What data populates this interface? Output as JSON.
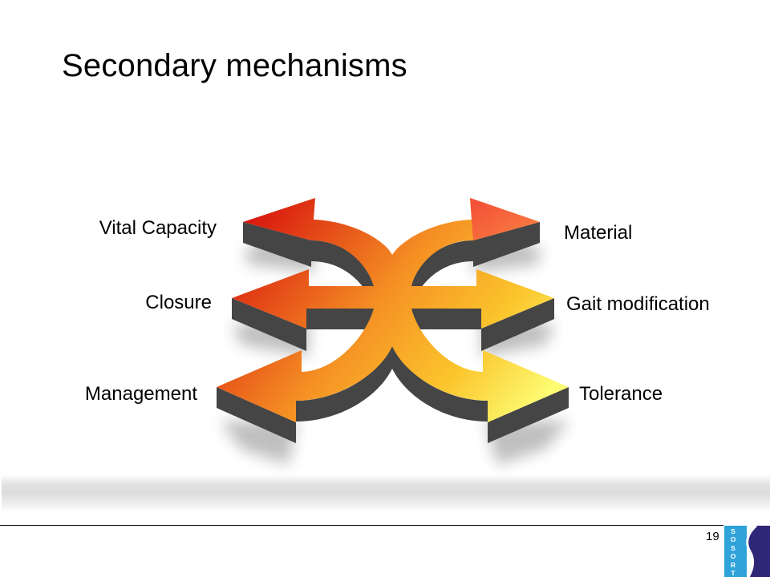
{
  "slide": {
    "title": "Secondary mechanisms",
    "page_number": "19"
  },
  "diagram": {
    "type": "crossing-arrows",
    "left_labels": [
      "Vital Capacity",
      "Closure",
      "Management"
    ],
    "right_labels": [
      "Material",
      "Gait modification",
      "Tolerance"
    ],
    "colors": {
      "top_left": "#d8170f",
      "top_right": "#f2463a",
      "middle": "#f59124",
      "bottom_left": "#f5b41c",
      "bottom_right": "#fdfc73",
      "side": "#454545",
      "side_dark": "#2c2c2c",
      "shadow": "#9a9a9a"
    }
  },
  "logo": {
    "letters": [
      "S",
      "O",
      "S",
      "O",
      "R",
      "T"
    ],
    "strip_color": "#2fa3d9",
    "panel_color": "#2e2676"
  }
}
